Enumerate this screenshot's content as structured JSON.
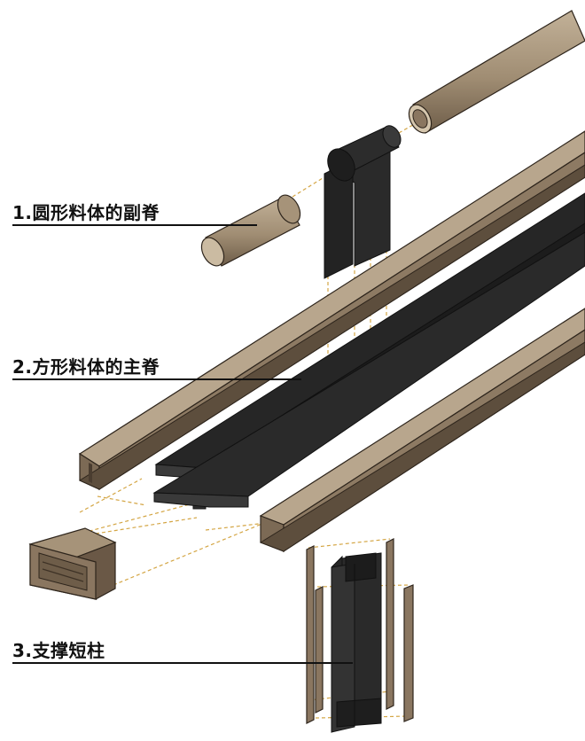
{
  "labels": {
    "round_ridge": "1.圆形料体的副脊",
    "square_ridge": "2.方形料体的主脊",
    "support_post": "3.支撑短柱"
  },
  "colors": {
    "bronze": "#8a7660",
    "bronze_light": "#b9a88f",
    "bronze_dark": "#5d4e3d",
    "bronze_outline": "#2e251c",
    "black_part": "#252525",
    "black_part_light": "#3c3c3c",
    "guide_line": "#d4a645"
  }
}
